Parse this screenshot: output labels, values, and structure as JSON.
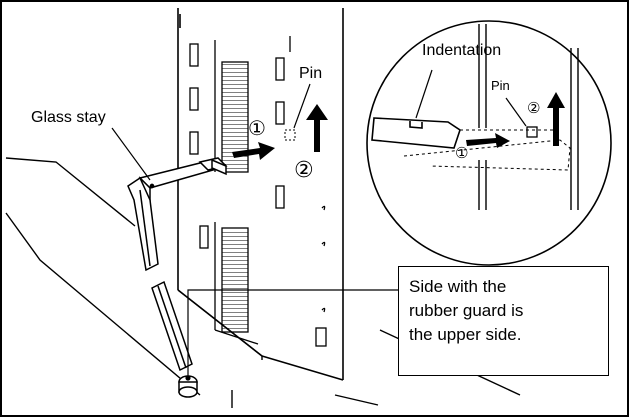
{
  "labels": {
    "glass_stay": "Glass stay",
    "pin_main": "Pin",
    "pin_detail": "Pin",
    "indentation": "Indentation"
  },
  "steps": {
    "one": "①",
    "two": "②"
  },
  "note": {
    "lines": [
      "Side with the",
      "rubber guard is",
      "the upper side."
    ]
  },
  "colors": {
    "line": "#000000",
    "background": "#ffffff"
  }
}
